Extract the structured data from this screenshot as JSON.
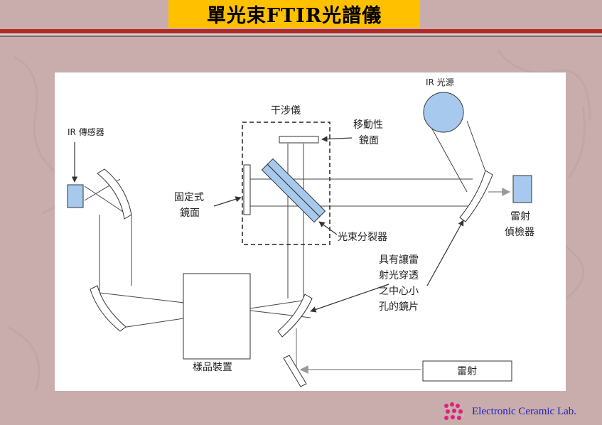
{
  "title": "單光束FTIR光譜儀",
  "footer": {
    "lab_name": "Electronic Ceramic Lab."
  },
  "colors": {
    "title_bg": "#ffc000",
    "component_fill": "#a7c9ee",
    "frame_bg": "#ffffff",
    "page_bg": "#c9adad"
  },
  "diagram": {
    "labels": {
      "ir_source": "IR 光源",
      "interferometer": "干涉儀",
      "moving_mirror_1": "移動性",
      "moving_mirror_2": "鏡面",
      "ir_sensor": "IR 傳感器",
      "fixed_mirror_1": "固定式",
      "fixed_mirror_2": "鏡面",
      "beam_splitter": "光束分裂器",
      "laser_detector_1": "雷射",
      "laser_detector_2": "偵檢器",
      "hole_mirror_1": "具有讓雷",
      "hole_mirror_2": "射光穿透",
      "hole_mirror_3": "之中心小",
      "hole_mirror_4": "孔的鏡片",
      "sample": "樣品裝置",
      "laser": "雷射"
    }
  }
}
